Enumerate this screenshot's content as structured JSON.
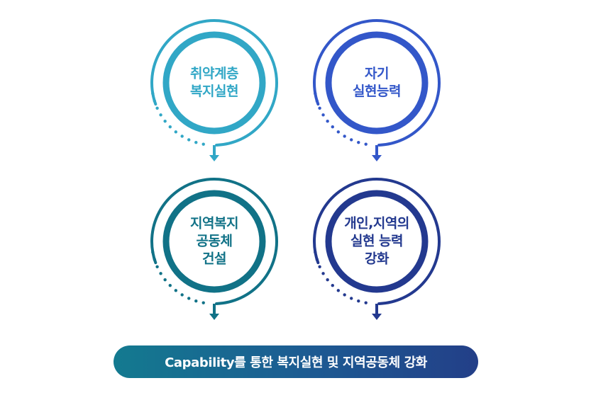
{
  "nodes": [
    {
      "id": "vulnerable-welfare",
      "label": "취약계층\n복지실현",
      "color": "#31a7c6",
      "text_color": "#31a7c6"
    },
    {
      "id": "self-realization",
      "label": "자기\n실현능력",
      "color": "#3357c9",
      "text_color": "#3357c9"
    },
    {
      "id": "community-building",
      "label": "지역복지\n공동체\n건설",
      "color": "#117287",
      "text_color": "#117287"
    },
    {
      "id": "individual-regional",
      "label": "개인,지역의\n실현 능력\n강화",
      "color": "#23398f",
      "text_color": "#23398f"
    }
  ],
  "footer": {
    "text": "Capability를 통한 복지실현 및 지역공동체 강화"
  }
}
